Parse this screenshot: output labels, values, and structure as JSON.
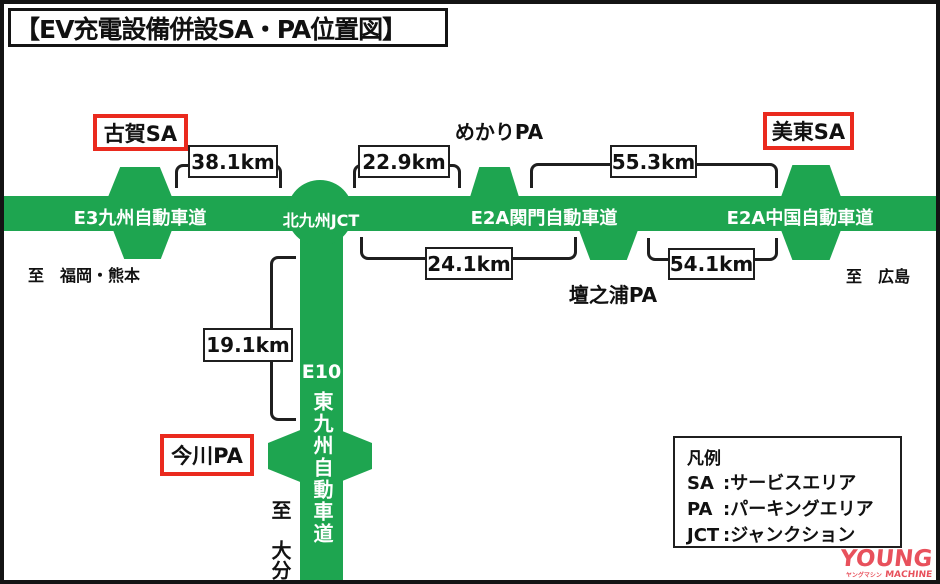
{
  "title": "【EV充電設備併設SA・PA位置図】",
  "colors": {
    "road_green": "#1ea550",
    "box_red": "#ea2a1e",
    "logo_red": "#e8515c",
    "line_black": "#1f1f1f"
  },
  "roads": {
    "e3": "E3九州自動車道",
    "kitakyushu_jct": "北九州JCT",
    "e2a_kanmon": "E2A関門自動車道",
    "e2a_chugoku": "E2A中国自動車道",
    "e10_number": "E10",
    "e10_name": "東九州自動車道"
  },
  "stations": {
    "koga_sa": "古賀SA",
    "mekari_pa": "めかりPA",
    "mito_sa": "美東SA",
    "dannoura_pa": "壇之浦PA",
    "imagawa_pa": "今川PA"
  },
  "distances": {
    "koga_jct": "38.1km",
    "jct_mekari": "22.9km",
    "mekari_mito": "55.3km",
    "jct_dannoura": "24.1km",
    "dannoura_mito": "54.1km",
    "jct_imagawa": "19.1km"
  },
  "directions": {
    "west": "至　福岡・熊本",
    "east": "至　広島",
    "south": "至　大分"
  },
  "legend": {
    "title": "凡例",
    "items": [
      {
        "abbr": "SA",
        "def": ":サービスエリア"
      },
      {
        "abbr": "PA",
        "def": ":パーキングエリア"
      },
      {
        "abbr": "JCT",
        "def": ":ジャンクション"
      }
    ]
  },
  "logo": {
    "main": "YOUNG",
    "kana": "ヤングマシン",
    "sub": "MACHINE"
  }
}
